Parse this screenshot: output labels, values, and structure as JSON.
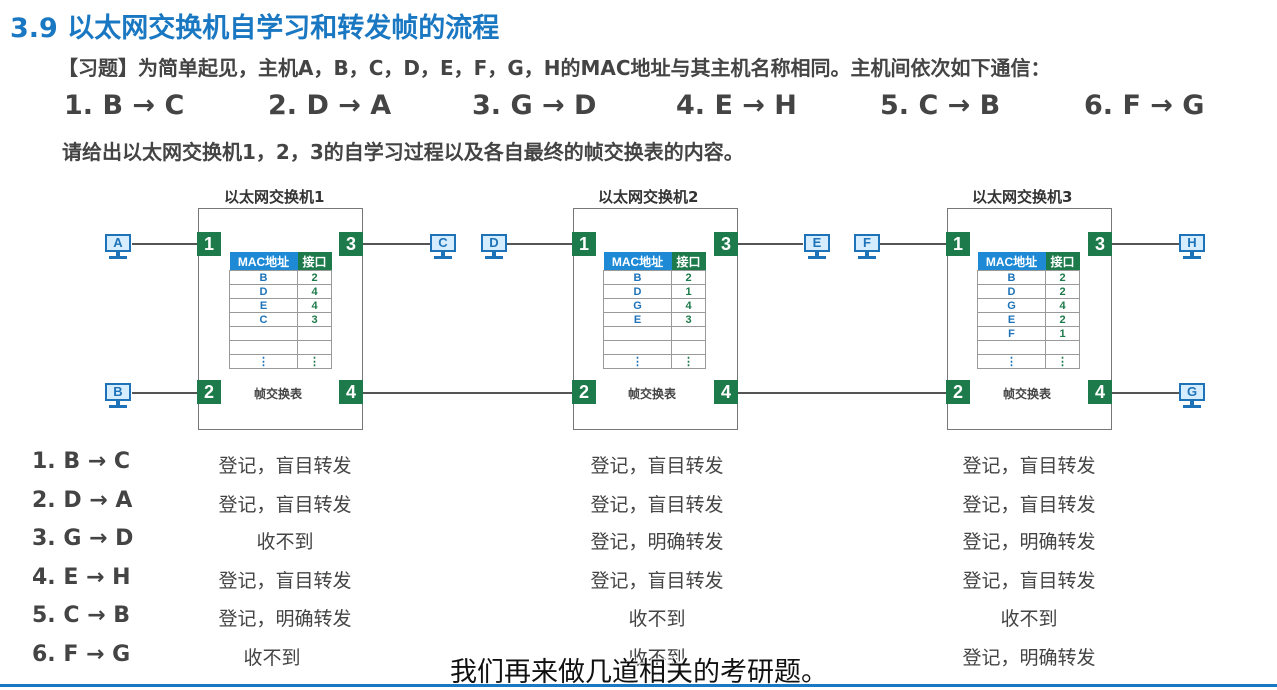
{
  "title": "3.9 以太网交换机自学习和转发帧的流程",
  "problem": "【习题】为简单起见，主机A，B，C，D，E，F，G，H的MAC地址与其主机名称相同。主机间依次如下通信：",
  "sequence": [
    "1. B → C",
    "2. D → A",
    "3. G → D",
    "4. E → H",
    "5. C → B",
    "6. F → G"
  ],
  "instruction": "请给出以太网交换机1，2，3的自学习过程以及各自最终的帧交换表的内容。",
  "switches": [
    {
      "label": "以太网交换机1",
      "ports": [
        "1",
        "2",
        "3",
        "4"
      ],
      "table_header": [
        "MAC地址",
        "接口"
      ],
      "table_rows": [
        [
          "B",
          "2"
        ],
        [
          "D",
          "4"
        ],
        [
          "E",
          "4"
        ],
        [
          "C",
          "3"
        ],
        [
          "",
          ""
        ],
        [
          "",
          ""
        ],
        [
          "⋮",
          "⋮"
        ]
      ],
      "table_caption": "帧交换表",
      "hosts": [
        "A",
        "B",
        "C"
      ]
    },
    {
      "label": "以太网交换机2",
      "ports": [
        "1",
        "2",
        "3",
        "4"
      ],
      "table_header": [
        "MAC地址",
        "接口"
      ],
      "table_rows": [
        [
          "B",
          "2"
        ],
        [
          "D",
          "1"
        ],
        [
          "G",
          "4"
        ],
        [
          "E",
          "3"
        ],
        [
          "",
          ""
        ],
        [
          "",
          ""
        ],
        [
          "⋮",
          "⋮"
        ]
      ],
      "table_caption": "帧交换表",
      "hosts": [
        "D",
        "E"
      ]
    },
    {
      "label": "以太网交换机3",
      "ports": [
        "1",
        "2",
        "3",
        "4"
      ],
      "table_header": [
        "MAC地址",
        "接口"
      ],
      "table_rows": [
        [
          "B",
          "2"
        ],
        [
          "D",
          "2"
        ],
        [
          "G",
          "4"
        ],
        [
          "E",
          "2"
        ],
        [
          "F",
          "1"
        ],
        [
          "",
          ""
        ],
        [
          "⋮",
          "⋮"
        ]
      ],
      "table_caption": "帧交换表",
      "hosts": [
        "F",
        "H",
        "G"
      ]
    }
  ],
  "process_rows": [
    {
      "label": "1. B → C",
      "s1": "登记，盲目转发",
      "s2": "登记，盲目转发",
      "s3": "登记，盲目转发"
    },
    {
      "label": "2. D → A",
      "s1": "登记，盲目转发",
      "s2": "登记，盲目转发",
      "s3": "登记，盲目转发"
    },
    {
      "label": "3. G → D",
      "s1": "收不到",
      "s2": "登记，明确转发",
      "s3": "登记，明确转发"
    },
    {
      "label": "4. E → H",
      "s1": "登记，盲目转发",
      "s2": "登记，盲目转发",
      "s3": "登记，盲目转发"
    },
    {
      "label": "5. C → B",
      "s1": "登记，明确转发",
      "s2": "收不到",
      "s3": "收不到"
    },
    {
      "label": "6. F → G",
      "s1": "收不到",
      "s2": "收不到",
      "s3": "登记，明确转发"
    }
  ],
  "subtitle": "我们再来做几道相关的考研题。",
  "colors": {
    "title": "#1a78c2",
    "port": "#1d7a4a",
    "host": "#1e73b8",
    "mac_header": "#1e8ad6"
  }
}
